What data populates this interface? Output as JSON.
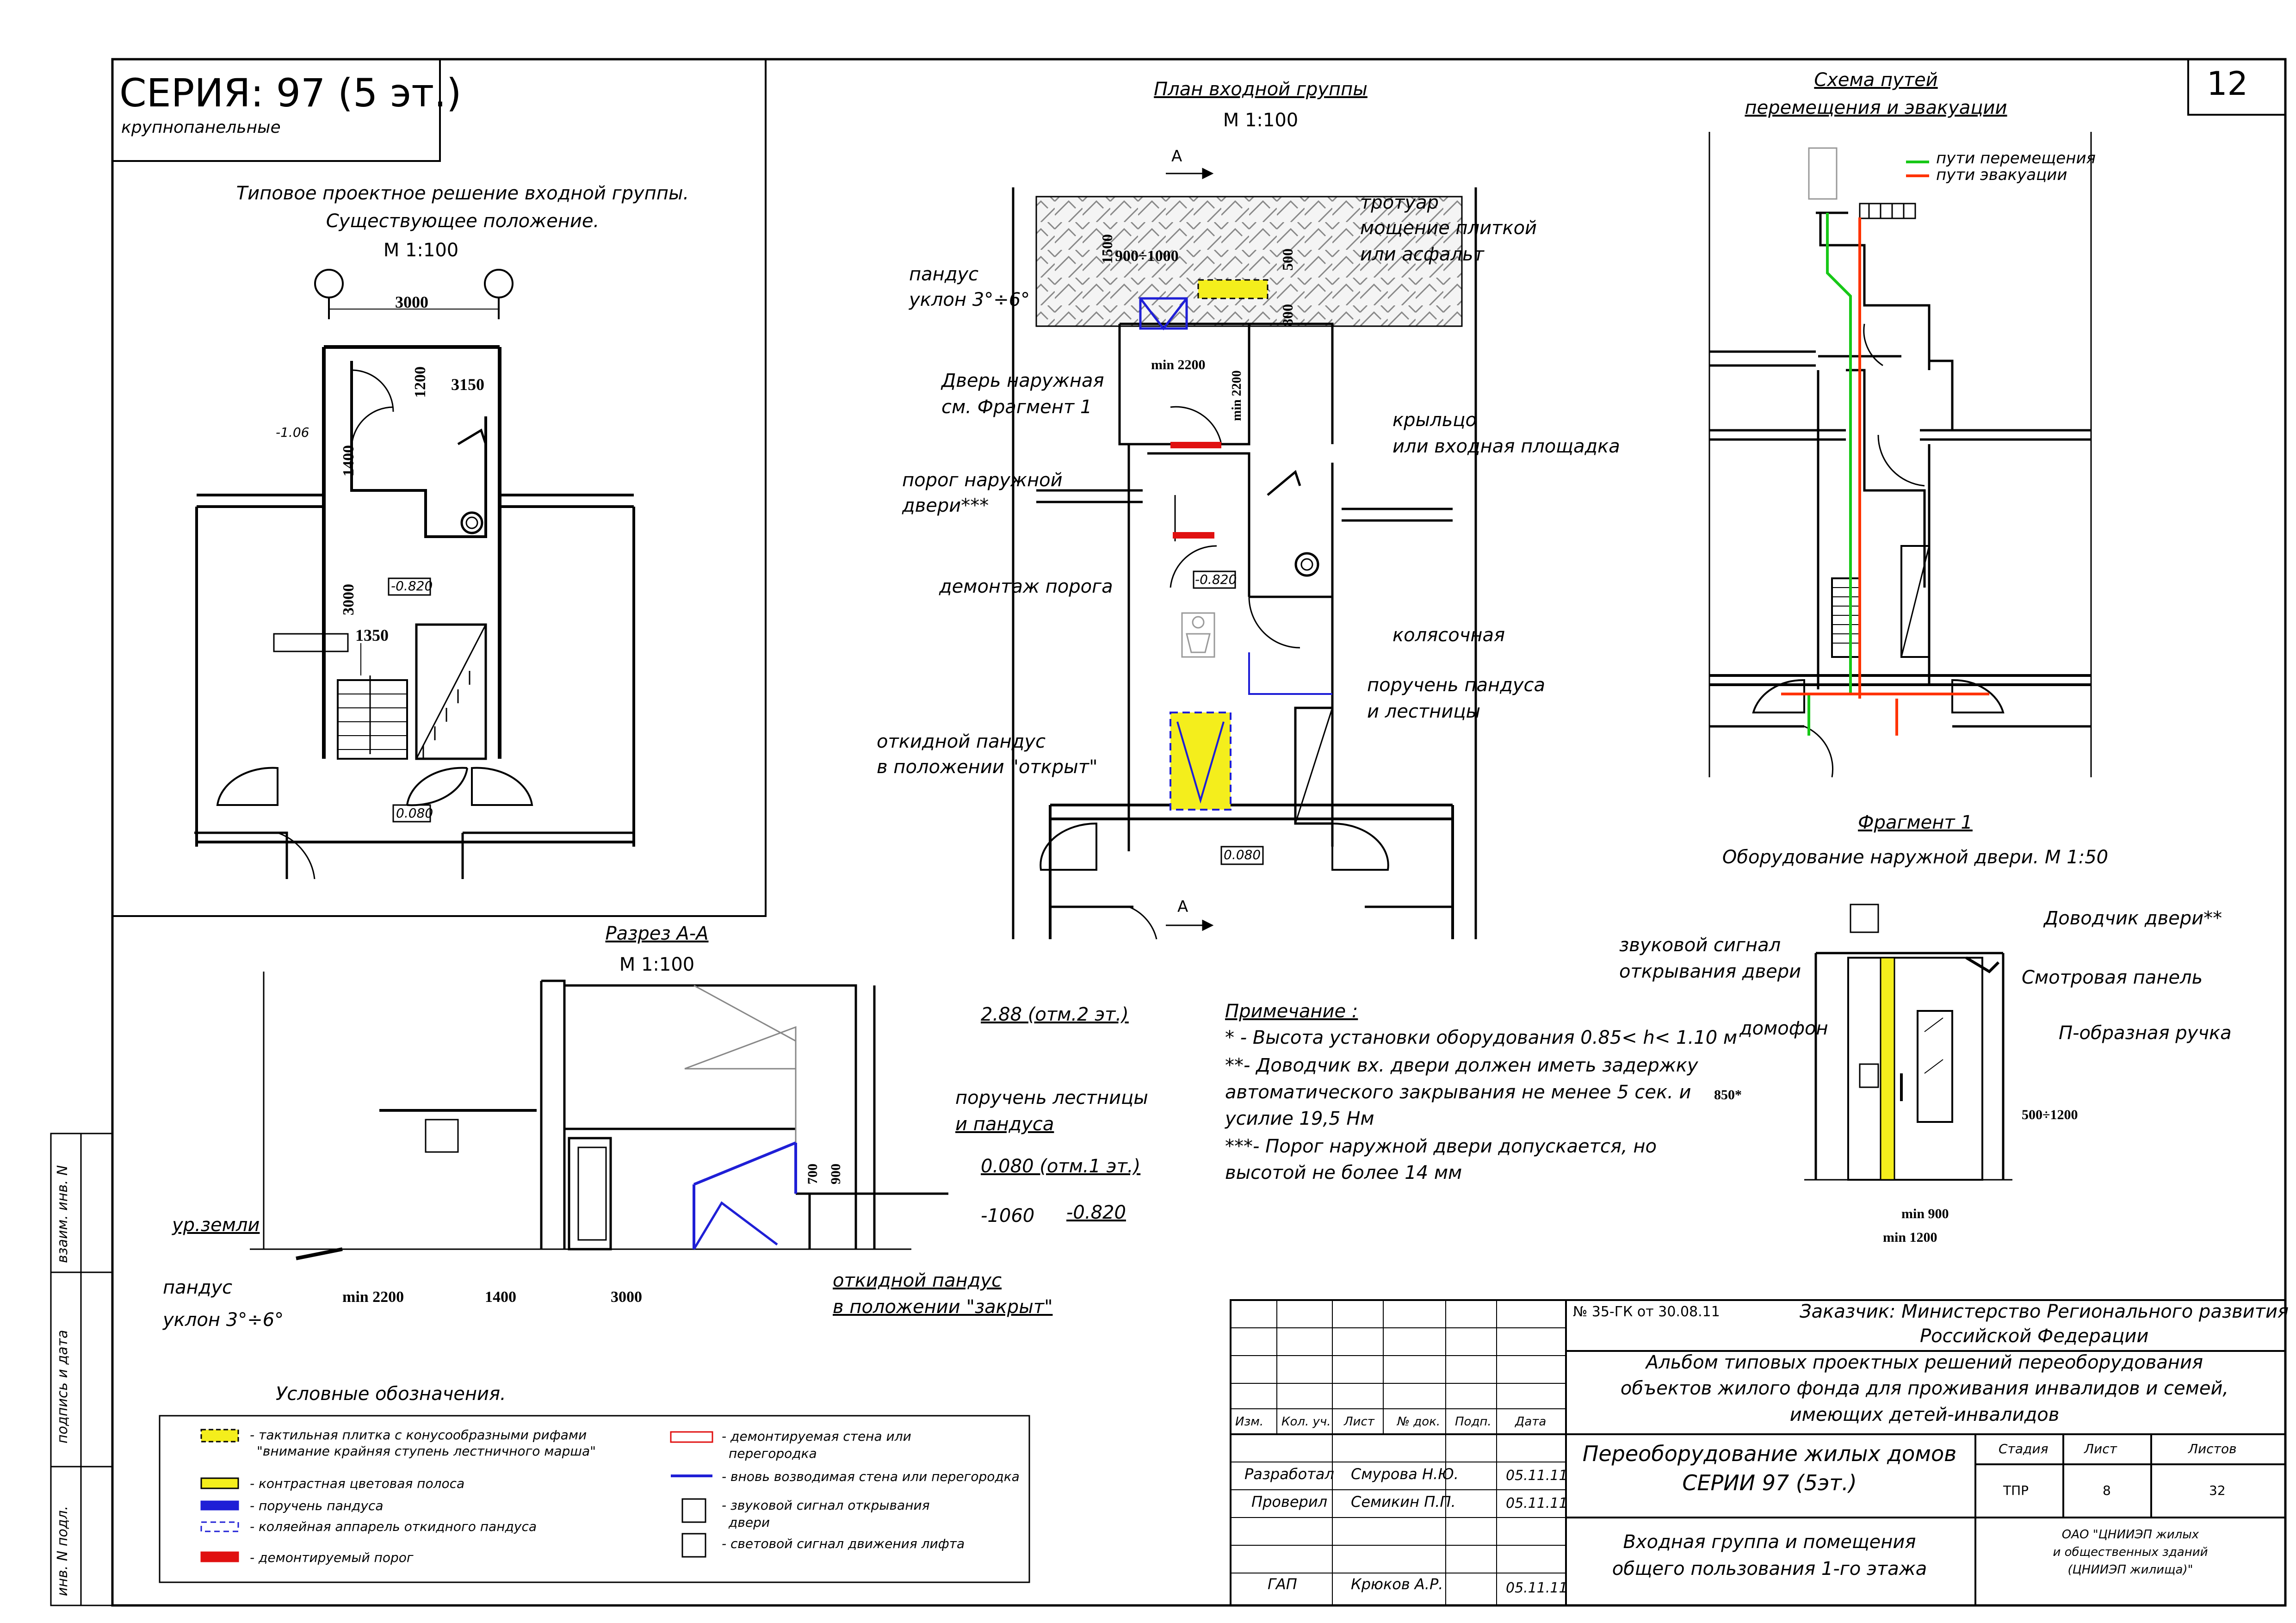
{
  "sheet": {
    "series_title": "СЕРИЯ: 97 (5 эт.)",
    "series_sub": "крупнопанельные",
    "sheet_number": "12"
  },
  "existing": {
    "title1": "Типовое проектное решение входной группы.",
    "title2": "Существующее положение.",
    "scale": "М 1:100",
    "dim_3000_top": "3000",
    "dim_3150": "3150",
    "dim_1200": "1200",
    "dim_1400": "1400",
    "dim_3000_v": "3000",
    "dim_1350": "1350",
    "elev_106": "-1.06",
    "elev_0820": "-0.820",
    "elev_0080": "0.080"
  },
  "plan": {
    "title": "План входной группы",
    "scale": "М 1:100",
    "section_mark": "А",
    "ramp_label1": "пандус",
    "ramp_label2": "уклон 3°÷6°",
    "dim_1500": "1500",
    "dim_900_1000": "900÷1000",
    "dim_500": "500",
    "dim_800": "800",
    "dim_min2200": "min 2200",
    "dim_min2200_v": "min 2200",
    "sidewalk1": "тротуар",
    "sidewalk2": "мощение плиткой",
    "sidewalk3": "или асфальт",
    "porch1": "крыльцо",
    "porch2": "или входная площадка",
    "door1": "Дверь наружная",
    "door2": "см. Фрагмент 1",
    "threshold1": "порог наружной",
    "threshold2": "двери***",
    "demolish": "демонтаж порога",
    "stroller": "колясочная",
    "handrail1": "поручень пандуса",
    "handrail2": "и лестницы",
    "fold1": "откидной пандус",
    "fold2": "в положении \"открыт\"",
    "elev_0820": "-0.820",
    "elev_0080": "0.080"
  },
  "evac": {
    "title1": "Схема путей",
    "title2": "перемещения и эвакуации",
    "legend_move": "пути перемещения",
    "legend_evac": "пути эвакуации"
  },
  "fragment": {
    "title": "Фрагмент 1",
    "subtitle": "Оборудование наружной двери. М 1:50",
    "sound1": "звуковой сигнал",
    "sound2": "открывания двери",
    "closer": "Доводчик двери**",
    "panel": "Смотровая панель",
    "handle": "П-образная ручка",
    "intercom": "домофон",
    "dim_850": "850*",
    "dim_500_1200": "500÷1200",
    "dim_min900": "min 900",
    "dim_min1200": "min 1200"
  },
  "section": {
    "title": "Разрез А-А",
    "scale": "М 1:100",
    "elev_288": "2.88 (отм.2 эт.)",
    "handrail1": "поручень лестницы",
    "handrail2": "и пандуса",
    "elev_0080": "0.080 (отм.1 эт.)",
    "elev_1060": "-1060",
    "elev_0820": "-0.820",
    "ground": "ур.земли",
    "ramp1": "пандус",
    "ramp2": "уклон 3°÷6°",
    "dim_min2200": "min 2200",
    "dim_1400": "1400",
    "dim_3000": "3000",
    "dim_700": "700",
    "dim_900": "900",
    "fold1": "откидной пандус",
    "fold2": "в положении \"закрыт\""
  },
  "notes": {
    "title": "Примечание :",
    "n1": "* - Высота установки оборудования 0.85< h< 1.10 м",
    "n2": "**- Доводчик вх. двери должен иметь задержку",
    "n3": "автоматического закрывания не менее 5 сек. и",
    "n4": "усилие 19,5 Нм",
    "n5": "***-  Порог наружной двери допускается, но",
    "n6": "высотой не более 14 мм"
  },
  "legend": {
    "title": "Условные обозначения.",
    "items": [
      "- тактильная плитка с конусообразными рифами",
      "\"внимание крайняя ступень лестничного марша\"",
      "- контрастная цветовая полоса",
      "- поручень пандуса",
      "- коляейная аппарель откидного пандуса",
      "- демонтируемый порог",
      "- демонтируемая стена или",
      "перегородка",
      "- вновь возводимая стена или перегородка",
      "- звуковой сигнал открывания",
      "двери",
      "- световой сигнал движения лифта"
    ]
  },
  "side": {
    "inv_orig": "инв. N подл.",
    "sign_date": "подпись и дата",
    "instead": "взаим. инв. N"
  },
  "stamp": {
    "doc_no": "№ 35-ГК от 30.08.11",
    "customer1": "Заказчик: Министерство Регионального развития",
    "customer2": "Российской Федерации",
    "album1": "Альбом типовых проектных решений переоборудования",
    "album2": "объектов жилого фонда для проживания инвалидов и семей,",
    "album3": "имеющих детей-инвалидов",
    "hdr": [
      "Изм.",
      "Кол. уч.",
      "Лист",
      "№ док.",
      "Подп.",
      "Дата"
    ],
    "role1": "Разработал",
    "name1": "Смурова Н.Ю.",
    "date1": "05.11.11",
    "role2": "Проверил",
    "name2": "Семикин П.П.",
    "date2": "05.11.11",
    "role3": "ГАП",
    "name3": "Крюков А.Р.",
    "date3": "05.11.11",
    "work1": "Переоборудование жилых домов",
    "work2": "СЕРИИ 97 (5эт.)",
    "sheet1": "Входная группа и помещения",
    "sheet2": "общего пользования 1-го этажа",
    "stage_h": "Стадия",
    "list_h": "Лист",
    "lists_h": "Листов",
    "stage": "ТПР",
    "list": "8",
    "lists": "32",
    "org1": "ОАО \"ЦНИИЭП жилых",
    "org2": "и общественных зданий",
    "org3": "(ЦНИИЭП жилища)\""
  },
  "colors": {
    "yellow": "#f4ee1c",
    "blue": "#1f1fd6",
    "red": "#e01010",
    "green": "#17c817",
    "orange_red": "#ff3300"
  }
}
